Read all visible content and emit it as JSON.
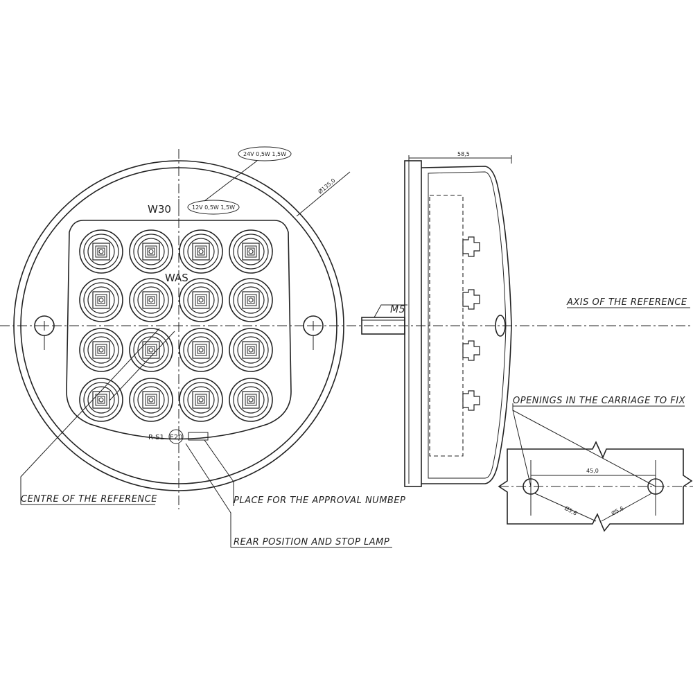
{
  "drawing": {
    "voltage_24": "24V 0,5W 1,5W",
    "voltage_12": "12V 0,5W 1,5W",
    "mark_w30": "W30",
    "mark_was": "WAS",
    "mark_rs1": "R-S1",
    "mark_e20": "E20",
    "dim_diameter": "Ø135,0",
    "dim_depth": "58,5",
    "thread": "M5",
    "dim_spacing": "45,0",
    "dim_hole_a": "Ø5,6",
    "dim_hole_b": "Ø5,6",
    "led_count": 16
  },
  "labels": {
    "axis": "AXIS OF THE REFERENCE",
    "openings": "OPENINGS IN THE CARRIAGE TO FIX",
    "centre": "CENTRE OF THE REFERENCE",
    "approval": "PLACE FOR THE APPROVAL NUMBEP",
    "rear": "REAR POSITION AND STOP LAMP"
  }
}
